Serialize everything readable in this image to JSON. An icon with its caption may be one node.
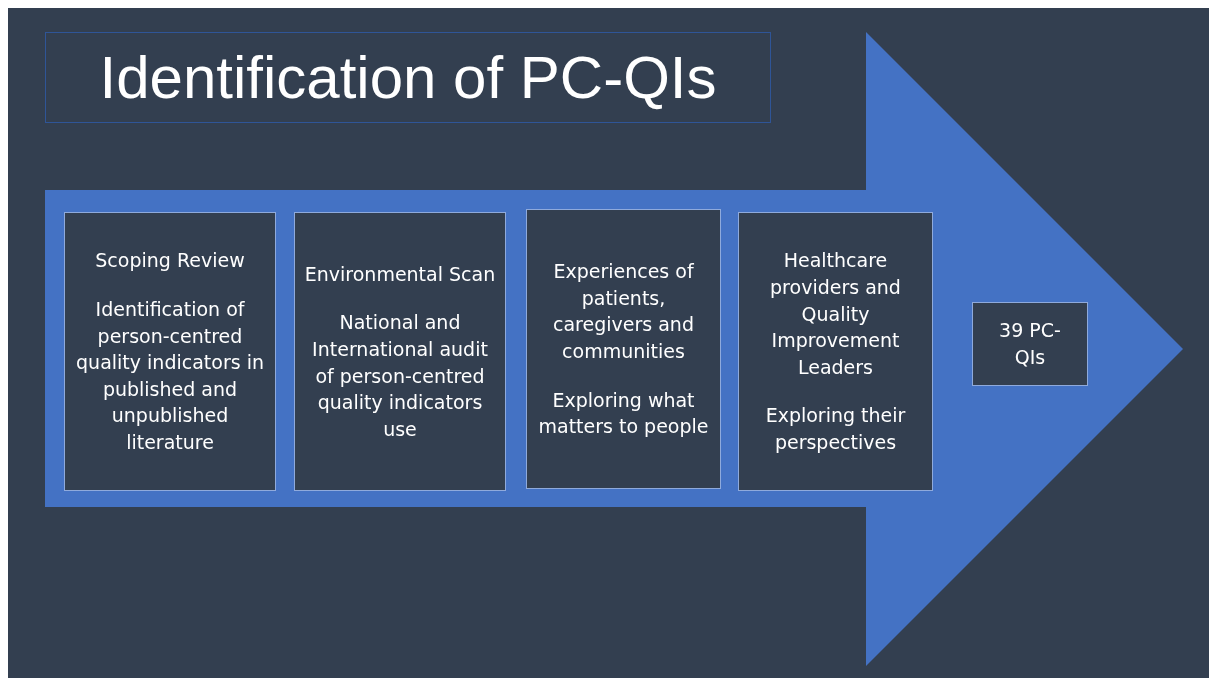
{
  "diagram": {
    "nodes": [
      {
        "text": [
          "Identification of PC-QIs"
        ]
      },
      {
        "text": [],
        "shape": "arrow"
      },
      {
        "text": [
          "Scoping Review",
          "Identification of person-centred quality indicators in published and unpublished literature"
        ],
        "in": 1
      },
      {
        "text": [
          "Environmental Scan",
          "National and International audit of person-centred quality indicators use"
        ],
        "in": 1
      },
      {
        "text": [
          "Experiences of patients, caregivers and communities",
          "Exploring what matters to people"
        ],
        "in": 1
      },
      {
        "text": [
          "Healthcare providers and Quality Improvement Leaders",
          "Exploring their perspectives"
        ],
        "in": 1
      },
      {
        "text": [
          "39 PC-QIs"
        ],
        "in": 1
      }
    ],
    "edges": []
  }
}
